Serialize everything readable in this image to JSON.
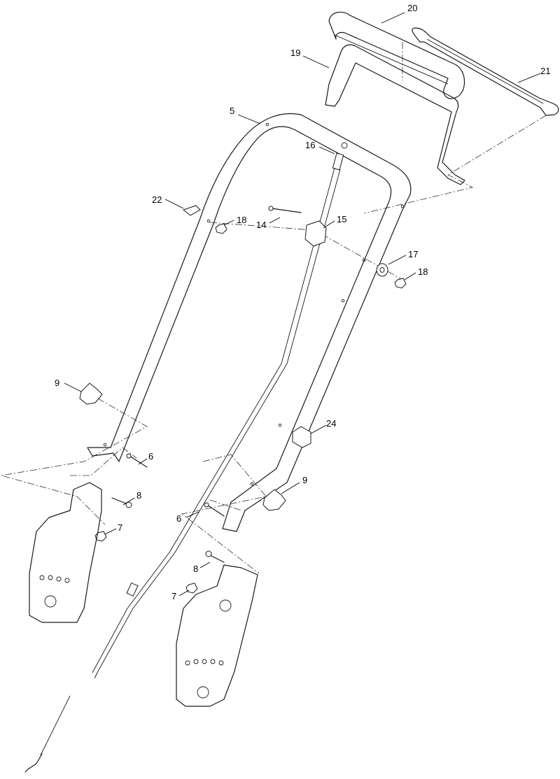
{
  "callouts": {
    "c20": "20",
    "c19": "19",
    "c21": "21",
    "c5": "5",
    "c16": "16",
    "c22": "22",
    "c18a": "18",
    "c14": "14",
    "c15": "15",
    "c17": "17",
    "c18b": "18",
    "c9a": "9",
    "c6a": "6",
    "c8a": "8",
    "c7a": "7",
    "c24": "24",
    "c9b": "9",
    "c6b": "6",
    "c8b": "8",
    "c7b": "7"
  }
}
